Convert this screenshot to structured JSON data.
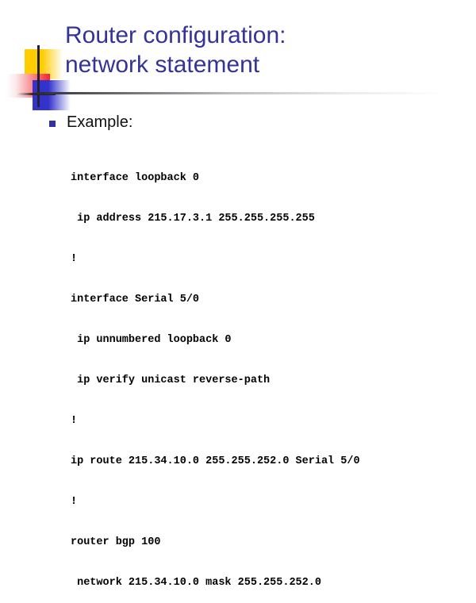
{
  "slide": {
    "title_lines": [
      "Router configuration:",
      "network statement"
    ],
    "title_color": "#333399",
    "background_color": "#ffffff",
    "decoration": {
      "yellow_color": "#ffcc00",
      "red_color": "#f8222b",
      "blue_color": "#3333cc",
      "rule_color": "#22222e"
    }
  },
  "body": {
    "bullets": [
      {
        "marker": "square-bullet",
        "label": "Example:"
      }
    ]
  },
  "code": {
    "language": "cisco-ios-config",
    "text_color": "#000000",
    "lines": [
      "interface loopback 0",
      " ip address 215.17.3.1 255.255.255.255",
      "!",
      "interface Serial 5/0",
      " ip unnumbered loopback 0",
      " ip verify unicast reverse-path",
      "!",
      "ip route 215.34.10.0 255.255.252.0 Serial 5/0",
      "!",
      "router bgp 100",
      " network 215.34.10.0 mask 255.255.252.0"
    ]
  }
}
